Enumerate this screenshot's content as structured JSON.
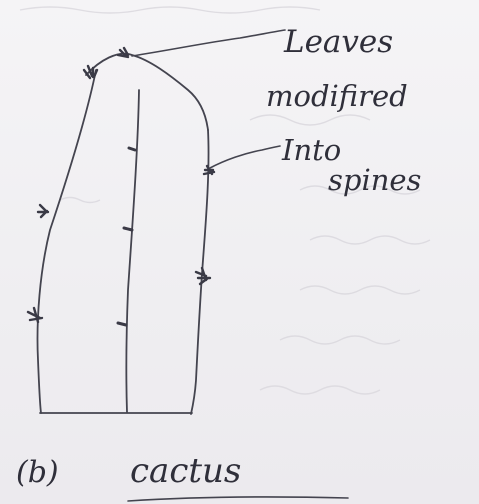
{
  "labels": {
    "leaves_line1": "Leaves",
    "leaves_line2": "modifired",
    "spines_line1": "Into",
    "spines_line2": "spines",
    "caption_marker": "(b)",
    "caption_name": "cactus"
  },
  "colors": {
    "paper": "#f2f1f3",
    "ink": "#2f2f3a",
    "spine": "#3a3a46"
  }
}
